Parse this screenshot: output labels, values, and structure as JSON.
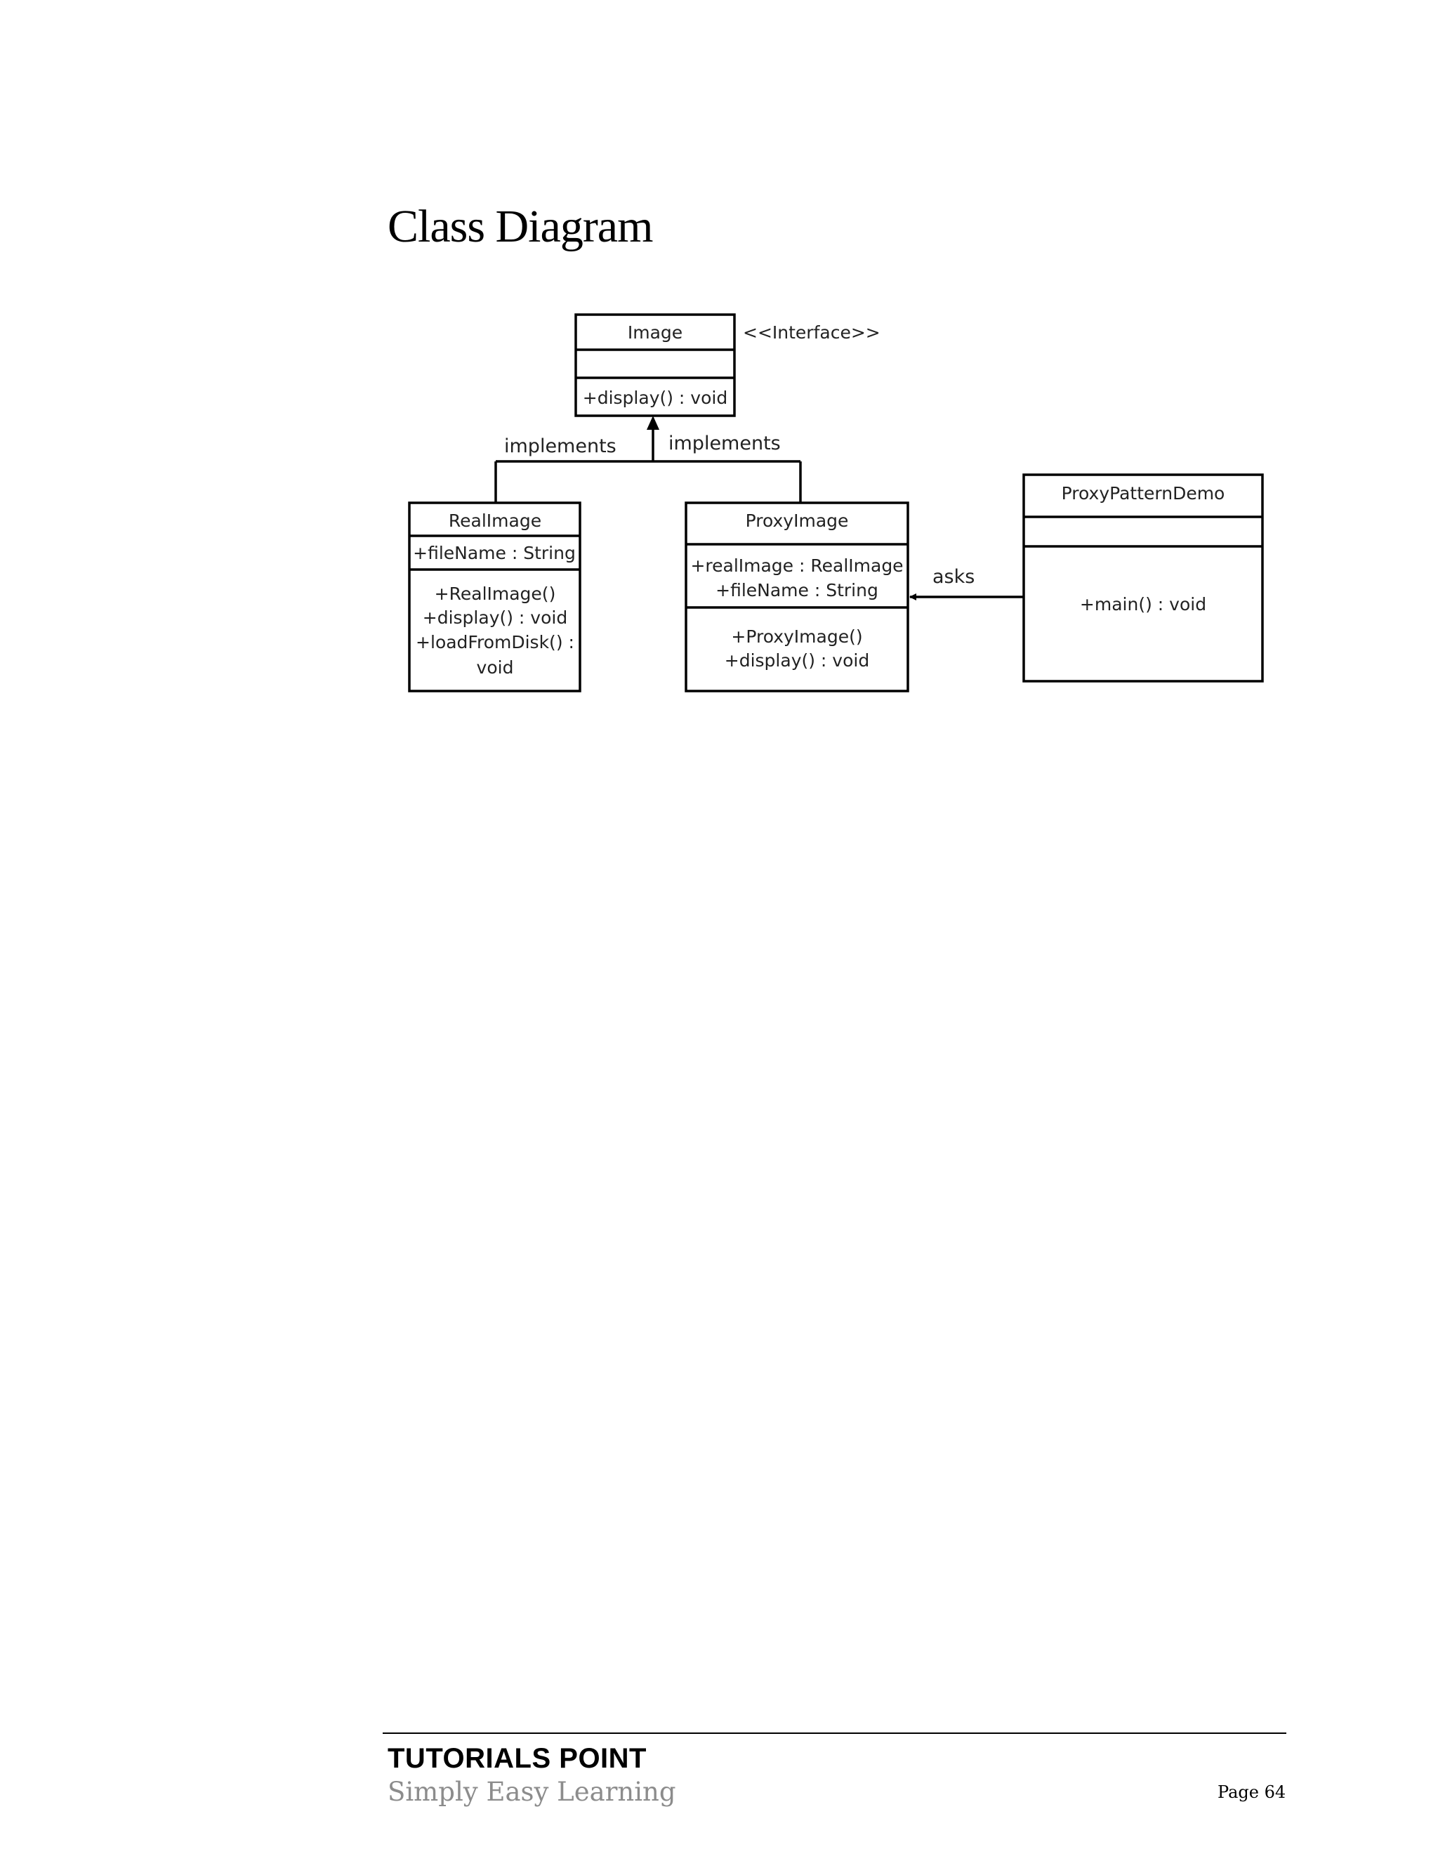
{
  "heading": "Class Diagram",
  "diagram": {
    "image_class": {
      "name": "Image",
      "stereotype": "<<Interface>>",
      "methods": [
        "+display()  : void"
      ]
    },
    "relations": {
      "implements_left": "implements",
      "implements_right": "implements",
      "asks": "asks"
    },
    "real_image_class": {
      "name": "RealImage",
      "attributes": [
        "+fileName  : String"
      ],
      "methods": [
        "+RealImage()",
        "+display()  : void",
        "+loadFromDisk()   :",
        "void"
      ]
    },
    "proxy_image_class": {
      "name": "ProxyImage",
      "attributes": [
        "+realImage : RealImage",
        "+fileName  : String"
      ],
      "methods": [
        "+ProxyImage()",
        "+display()  : void"
      ]
    },
    "demo_class": {
      "name": "ProxyPatternDemo",
      "methods": [
        "+main()  : void"
      ]
    }
  },
  "footer": {
    "brand": "TUTORIALS POINT",
    "tagline": "Simply Easy Learning",
    "page": "Page 64"
  }
}
